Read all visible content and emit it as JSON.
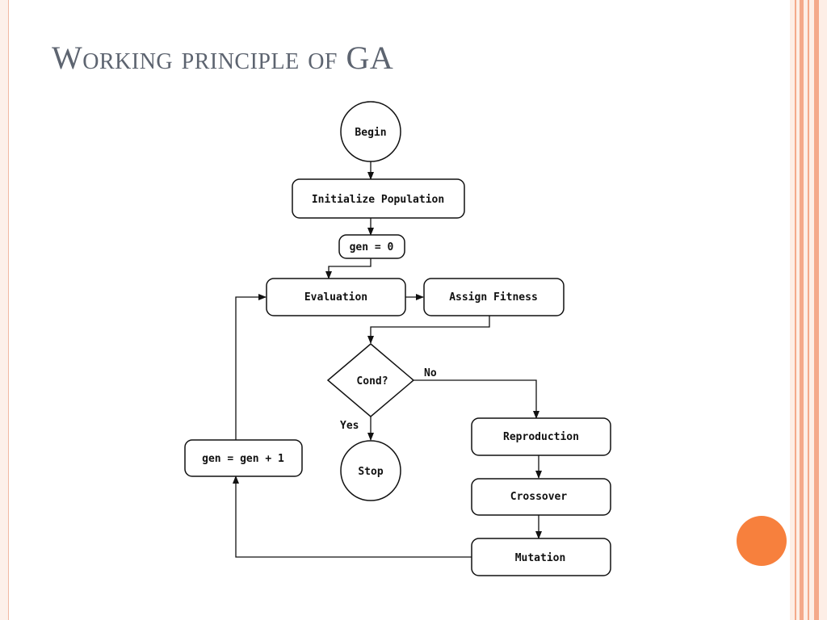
{
  "slide": {
    "title": "Working principle of GA"
  },
  "colors": {
    "title": "#5d6470",
    "accent_dot": "#f7803d",
    "frame_stripe": "#f4a98a",
    "frame_fill": "#fdeee6"
  },
  "diagram": {
    "nodes": {
      "begin": "Begin",
      "init": "Initialize Population",
      "gen0": "gen = 0",
      "eval": "Evaluation",
      "fitness": "Assign Fitness",
      "cond": "Cond?",
      "stop": "Stop",
      "genInc": "gen = gen + 1",
      "reproduction": "Reproduction",
      "crossover": "Crossover",
      "mutation": "Mutation"
    },
    "edge_labels": {
      "no": "No",
      "yes": "Yes"
    }
  }
}
